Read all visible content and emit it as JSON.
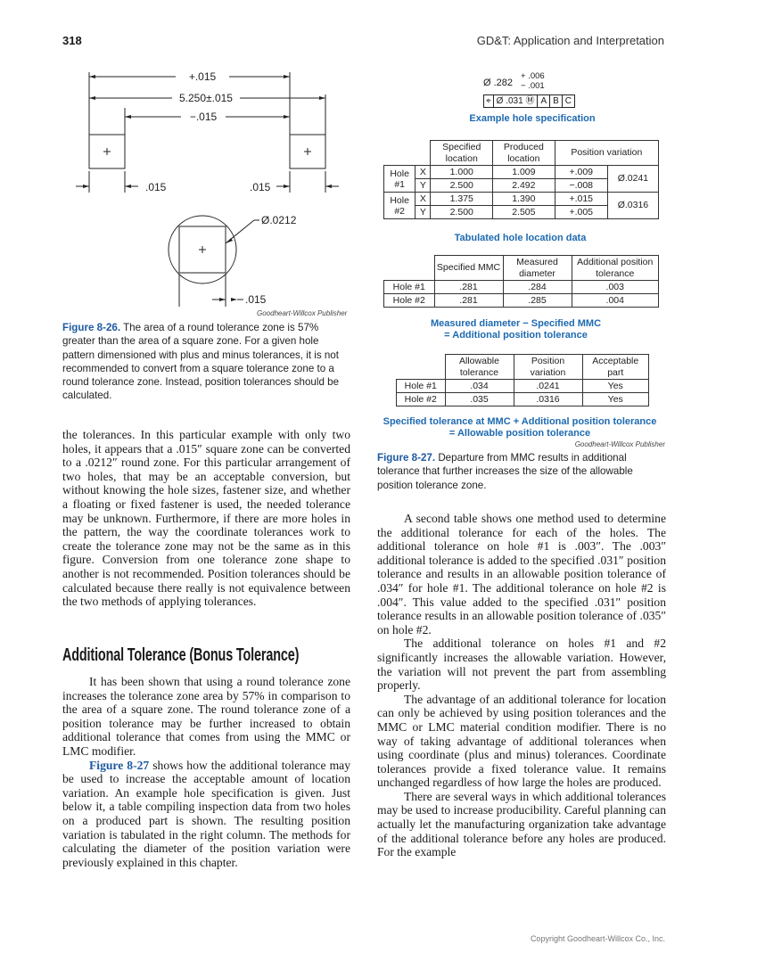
{
  "header": {
    "page_number": "318",
    "running_title": "GD&T: Application and Interpretation"
  },
  "figure_8_26": {
    "dim_top": "+.015",
    "dim_mid": "5.250±.015",
    "dim_bot": "−.015",
    "dim_left": ".015",
    "dim_right": ".015",
    "circle_dia": "Ø.0212",
    "dim_lower": ".015",
    "credit": "Goodheart-Willcox Publisher",
    "caption_label": "Figure 8-26.",
    "caption_text": "The area of a round tolerance zone is 57% greater than the area of a square zone. For a given hole pattern dimensioned with plus and minus tolerances, it is not recommended to convert from a square tolerance zone to a round tolerance zone. Instead, position tolerances should be calculated."
  },
  "figure_8_27": {
    "hole_spec": {
      "dia": "Ø .282",
      "tol_plus": "+ .006",
      "tol_minus": "− .001",
      "fcf": [
        "⌖",
        "Ø .031 Ⓜ",
        "A",
        "B",
        "C"
      ],
      "caption": "Example hole specification"
    },
    "table1": {
      "headers": [
        "Specified location",
        "Produced location",
        "Position variation"
      ],
      "rows": [
        {
          "hole": "Hole #1",
          "axis": "X",
          "spec": "1.000",
          "prod": "1.009",
          "var": "+.009",
          "pos": "Ø.0241"
        },
        {
          "hole": "",
          "axis": "Y",
          "spec": "2.500",
          "prod": "2.492",
          "var": "−.008",
          "pos": ""
        },
        {
          "hole": "Hole #2",
          "axis": "X",
          "spec": "1.375",
          "prod": "1.390",
          "var": "+.015",
          "pos": "Ø.0316"
        },
        {
          "hole": "",
          "axis": "Y",
          "spec": "2.500",
          "prod": "2.505",
          "var": "+.005",
          "pos": ""
        }
      ],
      "caption": "Tabulated hole location data"
    },
    "table2": {
      "headers": [
        "Specified MMC",
        "Measured diameter",
        "Additional position tolerance"
      ],
      "rows": [
        [
          "Hole #1",
          ".281",
          ".284",
          ".003"
        ],
        [
          "Hole #2",
          ".281",
          ".285",
          ".004"
        ]
      ],
      "caption_line1": "Measured diameter − Specified MMC",
      "caption_line2": "= Additional position tolerance"
    },
    "table3": {
      "headers": [
        "Allowable tolerance",
        "Position variation",
        "Acceptable part"
      ],
      "rows": [
        [
          "Hole #1",
          ".034",
          ".0241",
          "Yes"
        ],
        [
          "Hole #2",
          ".035",
          ".0316",
          "Yes"
        ]
      ],
      "caption_line1": "Specified tolerance at MMC + Additional position tolerance",
      "caption_line2": "= Allowable position tolerance"
    },
    "credit": "Goodheart-Willcox Publisher",
    "caption_label": "Figure 8-27.",
    "caption_text": "Departure from MMC results in additional tolerance that further increases the size of the allowable position tolerance zone."
  },
  "left_column": {
    "p1": "the tolerances. In this particular example with only two holes, it appears that a .015″ square zone can be converted to a .0212″ round zone. For this particular arrangement of two holes, that may be an acceptable conversion, but without knowing the hole sizes, fastener size, and whether a floating or fixed fastener is used, the needed tolerance may be unknown. Furthermore, if there are more holes in the pattern, the way the coordinate tolerances work to create the tolerance zone may not be the same as in this figure. Conversion from one tolerance zone shape to another is not recommended. Position tolerances should be calculated because there really is not equivalence between the two methods of applying tolerances.",
    "heading": "Additional Tolerance (Bonus Tolerance)",
    "p2": "It has been shown that using a round tolerance zone increases the tolerance zone area by 57% in comparison to the area of a square zone. The round tolerance zone of a position tolerance may be further increased to obtain additional tolerance that comes from using the MMC or LMC modifier.",
    "p3_ref": "Figure 8-27",
    "p3_rest": " shows how the additional tolerance may be used to increase the acceptable amount of location variation. An example hole specification is given. Just below it, a table compiling inspection data from two holes on a produced part is shown. The resulting position variation is tabulated in the right column. The methods for calculating the diameter of the position variation were previously explained in this chapter."
  },
  "right_column": {
    "p1": "A second table shows one method used to determine the additional tolerance for each of the holes. The additional tolerance on hole #1 is .003″. The .003″ additional tolerance is added to the specified .031″ position tolerance and results in an allowable position tolerance of .034″ for hole #1. The additional tolerance on hole #2 is .004″. This value added to the specified .031″ position tolerance results in an allowable position tolerance of .035″ on hole #2.",
    "p2": "The additional tolerance on holes #1 and #2 significantly increases the allowable variation. However, the variation will not prevent the part from assembling properly.",
    "p3": "The advantage of an additional tolerance for location can only be achieved by using position tolerances and the MMC or LMC material condition modifier. There is no way of taking advantage of additional tolerances when using coordinate (plus and minus) tolerances. Coordinate tolerances provide a fixed tolerance value. It remains unchanged regardless of how large the holes are produced.",
    "p4": "There are several ways in which additional tolerances may be used to increase producibility. Careful planning can actually let the manufacturing organization take advantage of the additional tolerance before any holes are produced. For the example"
  },
  "footer": {
    "copyright": "Copyright Goodheart-Willcox Co., Inc."
  }
}
